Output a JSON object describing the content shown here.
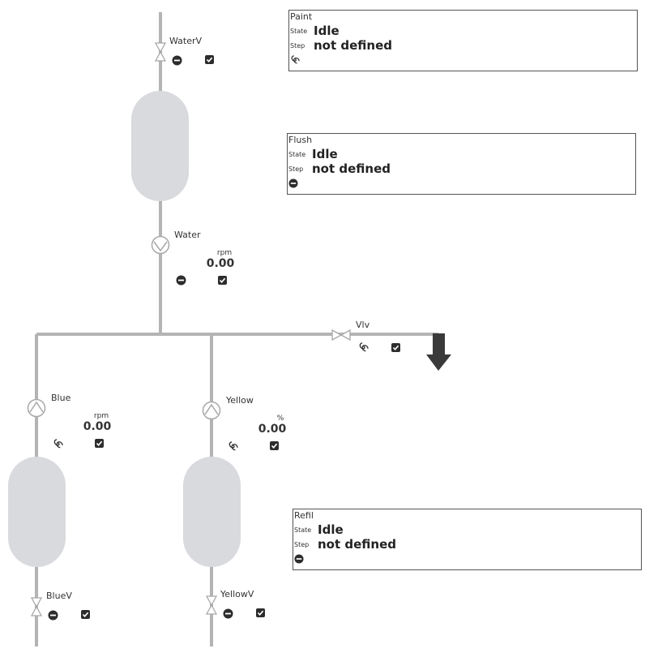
{
  "equipment": {
    "water_valve": {
      "name": "WaterV"
    },
    "water_pump": {
      "name": "Water",
      "unit": "rpm",
      "value": "0.00"
    },
    "drain_valve": {
      "name": "Vlv"
    },
    "blue_pump": {
      "name": "Blue",
      "unit": "rpm",
      "value": "0.00"
    },
    "yellow_pump": {
      "name": "Yellow",
      "unit": "%",
      "value": "0.00"
    },
    "blue_valve": {
      "name": "BlueV"
    },
    "yellow_valve": {
      "name": "YellowV"
    }
  },
  "panels": {
    "paint": {
      "title": "Paint",
      "state_label": "State",
      "state": "Idle",
      "step_label": "Step",
      "step": "not defined",
      "icon": "spiral-icon"
    },
    "flush": {
      "title": "Flush",
      "state_label": "State",
      "state": "Idle",
      "step_label": "Step",
      "step": "not defined",
      "icon": "stop-icon"
    },
    "refil": {
      "title": "Refil",
      "state_label": "State",
      "state": "Idle",
      "step_label": "Step",
      "step": "not defined",
      "icon": "stop-icon"
    }
  },
  "colors": {
    "pipe": "#b4b4b4",
    "tank": "#d8dadd",
    "indicator": "#2d2d2d",
    "arrow": "#3a3a3a"
  }
}
